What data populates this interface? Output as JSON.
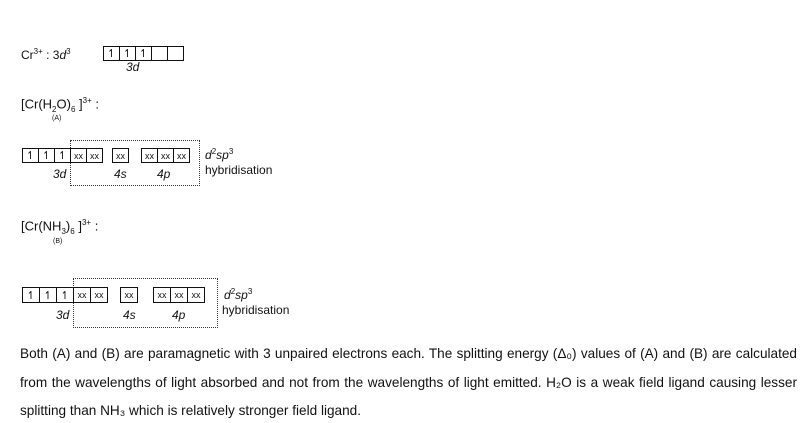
{
  "ion": {
    "symbol": "Cr",
    "charge": "3+",
    "config_prefix": ": 3",
    "config_orbital": "d",
    "config_count": "3",
    "boxes": [
      "↿",
      "↿",
      "↿",
      "",
      ""
    ],
    "orbital_label": "3d"
  },
  "complex_a": {
    "formula_pre": "[Cr(H",
    "sub1": "2",
    "formula_mid": "O)",
    "sub2": "6",
    "bracket": "]",
    "charge": "3+",
    "colon": ":",
    "tag": "(A)",
    "d_boxes": [
      "↿",
      "↿",
      "↿",
      "xx",
      "xx"
    ],
    "s_boxes": [
      "xx"
    ],
    "p_boxes": [
      "xx",
      "xx",
      "xx"
    ],
    "label_3d": "3d",
    "label_4s": "4s",
    "label_4p": "4p",
    "hyb_d": "d",
    "hyb_2": "2",
    "hyb_sp": "sp",
    "hyb_3": "3",
    "hyb_word": "hybridisation"
  },
  "complex_b": {
    "formula_pre": "[Cr(NH",
    "sub1": "3",
    "formula_mid": ")",
    "sub2": "6",
    "bracket": "]",
    "charge": "3+",
    "colon": ":",
    "tag": "(B)",
    "d_boxes": [
      "↿",
      "↿",
      "↿",
      "xx",
      "xx"
    ],
    "s_boxes": [
      "xx"
    ],
    "p_boxes": [
      "xx",
      "xx",
      "xx"
    ],
    "label_3d": "3d",
    "label_4s": "4s",
    "label_4p": "4p",
    "hyb_d": "d",
    "hyb_2": "2",
    "hyb_sp": "sp",
    "hyb_3": "3",
    "hyb_word": "hybridisation"
  },
  "paragraph": "Both (A) and (B) are paramagnetic with 3 unpaired electrons each. The splitting energy (Δ₀) values of (A) and (B) are calculated from the wavelengths of light absorbed and not from the wavelengths of light emitted. H₂O is a weak field ligand causing lesser splitting than NH₃ which is relatively stronger field ligand."
}
